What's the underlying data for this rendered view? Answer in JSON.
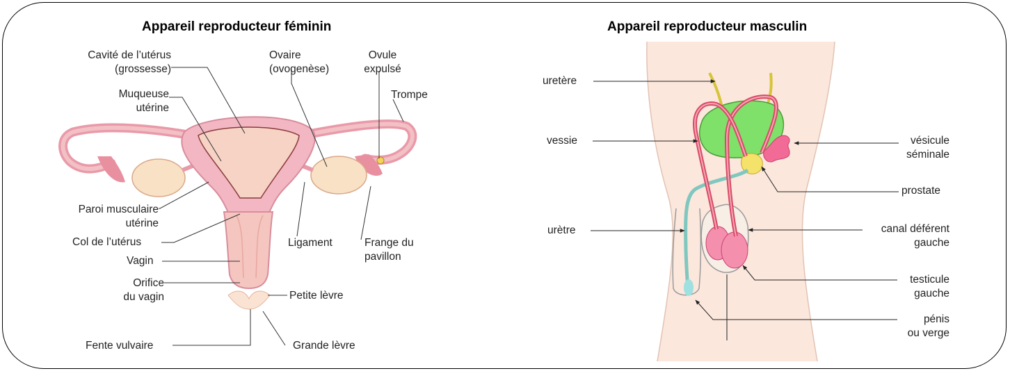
{
  "female": {
    "title": "Appareil reproducteur féminin",
    "labels": {
      "cavite_1": "Cavité de l’utérus",
      "cavite_2": "(grossesse)",
      "ovaire_1": "Ovaire",
      "ovaire_2": "(ovogenèse)",
      "ovule_1": "Ovule",
      "ovule_2": "expulsé",
      "trompe": "Trompe",
      "muqueuse_1": "Muqueuse",
      "muqueuse_2": "utérine",
      "paroi_1": "Paroi musculaire",
      "paroi_2": "utérine",
      "col": "Col de l’utérus",
      "ligament": "Ligament",
      "frange_1": "Frange du",
      "frange_2": "pavillon",
      "vagin": "Vagin",
      "orifice_1": "Orifice",
      "orifice_2": "du vagin",
      "petite_levre": "Petite lèvre",
      "fente": "Fente vulvaire",
      "grande_levre": "Grande lèvre"
    }
  },
  "male": {
    "title": "Appareil reproducteur masculin",
    "labels": {
      "uretere": "uretère",
      "vessie": "vessie",
      "uretre": "urètre",
      "vesicule_1": "vésicule",
      "vesicule_2": "séminale",
      "prostate": "prostate",
      "canal_1": "canal déférent",
      "canal_2": "gauche",
      "testicule_1": "testicule",
      "testicule_2": "gauche",
      "penis_1": "pénis",
      "penis_2": "ou verge"
    }
  },
  "colors": {
    "uterus_outer": "#f2b7c2",
    "uterus_inner": "#f6d3c4",
    "ovary": "#f8e1c4",
    "bladder": "#7fe06a",
    "vas_deferens": "#d94a66",
    "urethra": "#7fc7bf",
    "testicle": "#f58fae",
    "vesicle": "#f26a96",
    "prostate": "#f4e26a",
    "skin": "#fbe7dc"
  }
}
